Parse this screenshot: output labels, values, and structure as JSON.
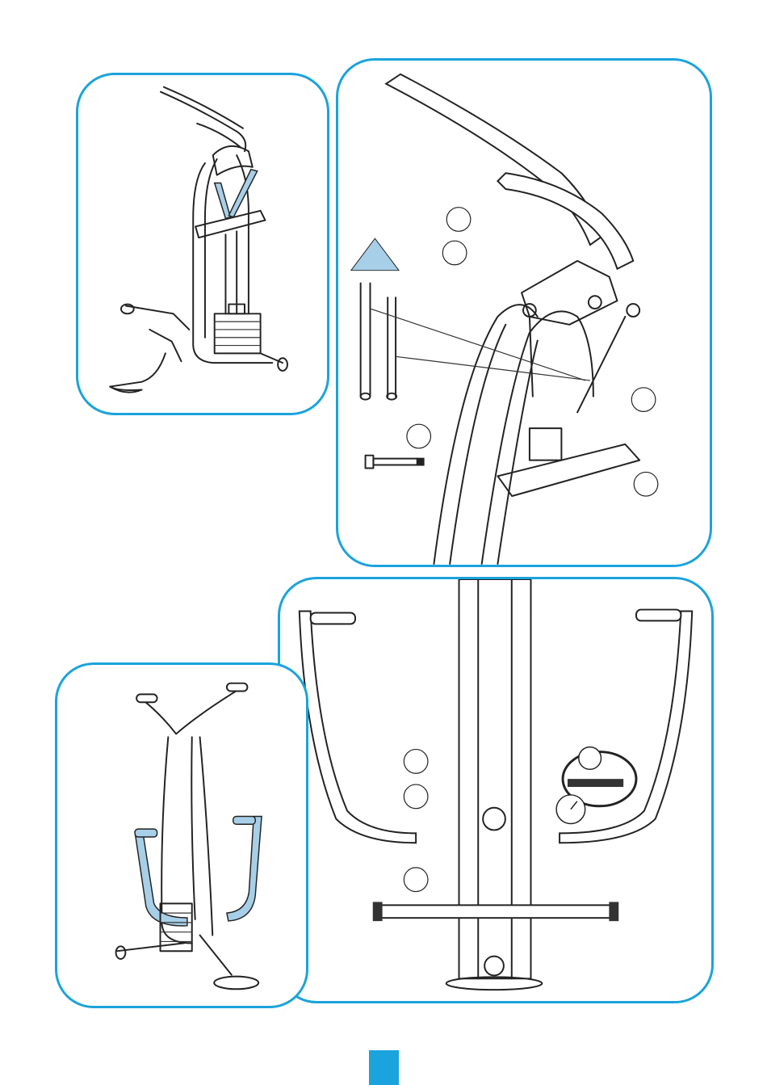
{
  "document": {
    "description_panels": [
      "top-left-overview",
      "top-right-detail",
      "bottom-right-detail",
      "bottom-left-overview"
    ],
    "accent_color": "#1aa3dc",
    "highlight_color": "#a7cfe8",
    "page_marker_color": "#1aa3dc"
  },
  "top_right": {
    "callouts": [
      "",
      "",
      "",
      "",
      ""
    ]
  },
  "bottom_right": {
    "callouts": [
      "",
      "",
      ""
    ],
    "icon": "wrench-torque-mascot-icon"
  }
}
